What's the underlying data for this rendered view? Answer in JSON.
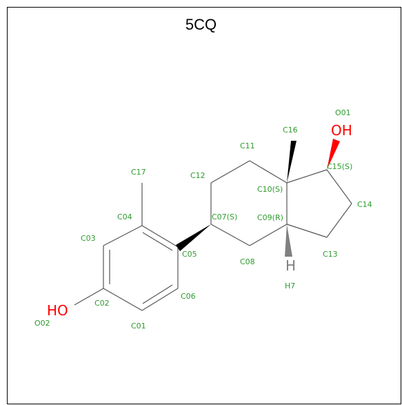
{
  "title": "5CQ",
  "colors": {
    "carbon_label": "#2e9a2e",
    "oxygen": "#ff0000",
    "hydrogen": "#808080",
    "bond": "#555555"
  },
  "heteroatoms": [
    {
      "key": "OH_top",
      "text": "OH",
      "color": "#ff0000"
    },
    {
      "key": "HO_left",
      "text": "HO",
      "color": "#ff0000"
    },
    {
      "key": "H_bottom",
      "text": "H",
      "color": "#808080"
    }
  ],
  "atom_labels": {
    "O01": "O01",
    "O02": "O02",
    "C01": "C01",
    "C02": "C02",
    "C03": "C03",
    "C04": "C04",
    "C05": "C05",
    "C06": "C06",
    "C07": "C07(S)",
    "C08": "C08",
    "C09": "C09(R)",
    "C10": "C10(S)",
    "C11": "C11",
    "C12": "C12",
    "C13": "C13",
    "C14": "C14",
    "C15": "C15(S)",
    "C16": "C16",
    "C17": "C17",
    "H7": "H7"
  }
}
